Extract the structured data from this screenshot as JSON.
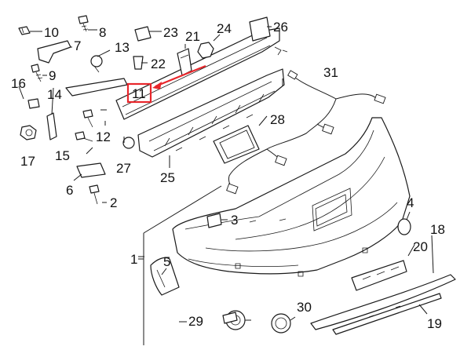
{
  "diagram": {
    "callouts": [
      {
        "id": "c1",
        "label": "1"
      },
      {
        "id": "c2",
        "label": "2"
      },
      {
        "id": "c3",
        "label": "3"
      },
      {
        "id": "c4",
        "label": "4"
      },
      {
        "id": "c5",
        "label": "5"
      },
      {
        "id": "c6",
        "label": "6"
      },
      {
        "id": "c7",
        "label": "7"
      },
      {
        "id": "c8",
        "label": "8"
      },
      {
        "id": "c9",
        "label": "9"
      },
      {
        "id": "c10",
        "label": "10"
      },
      {
        "id": "c11",
        "label": "11"
      },
      {
        "id": "c12",
        "label": "12"
      },
      {
        "id": "c13",
        "label": "13"
      },
      {
        "id": "c14",
        "label": "14"
      },
      {
        "id": "c15",
        "label": "15"
      },
      {
        "id": "c16",
        "label": "16"
      },
      {
        "id": "c17",
        "label": "17"
      },
      {
        "id": "c18",
        "label": "18"
      },
      {
        "id": "c19",
        "label": "19"
      },
      {
        "id": "c20",
        "label": "20"
      },
      {
        "id": "c21",
        "label": "21"
      },
      {
        "id": "c22",
        "label": "22"
      },
      {
        "id": "c23",
        "label": "23"
      },
      {
        "id": "c24",
        "label": "24"
      },
      {
        "id": "c25",
        "label": "25"
      },
      {
        "id": "c26",
        "label": "26"
      },
      {
        "id": "c27",
        "label": "27"
      },
      {
        "id": "c28",
        "label": "28"
      },
      {
        "id": "c29",
        "label": "29"
      },
      {
        "id": "c30",
        "label": "30"
      },
      {
        "id": "c31",
        "label": "31"
      }
    ],
    "highlight": {
      "part": "11",
      "color": "#e8262b"
    }
  }
}
